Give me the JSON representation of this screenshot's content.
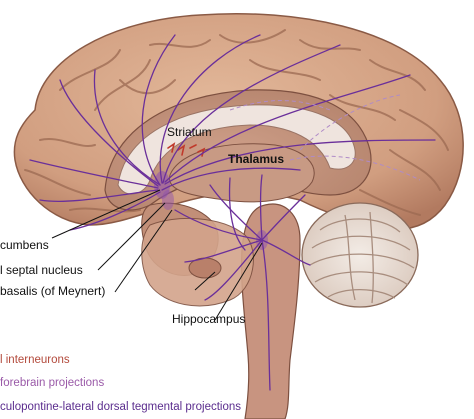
{
  "labels": {
    "striatum": "Striatum",
    "thalamus": "Thalamus",
    "accumbens": "cumbens",
    "septal": "l septal nucleus",
    "basalis": "basalis (of Meynert)",
    "hippocampus": "Hippocampus"
  },
  "legend": [
    {
      "text": "l interneurons",
      "color": "#b34a3c"
    },
    {
      "text": "forebrain projections",
      "color": "#9a5aa8"
    },
    {
      "text": "culopontine-lateral dorsal tegmental projections",
      "color": "#5b2d8e"
    }
  ],
  "colors": {
    "cortex": "#d9aa8a",
    "cortex_shadow": "#a8735a",
    "inner": "#c08f77",
    "ventricle": "#efe6e1",
    "pathway": "#6a2f9a",
    "cerebellum": "#ece4dd"
  }
}
